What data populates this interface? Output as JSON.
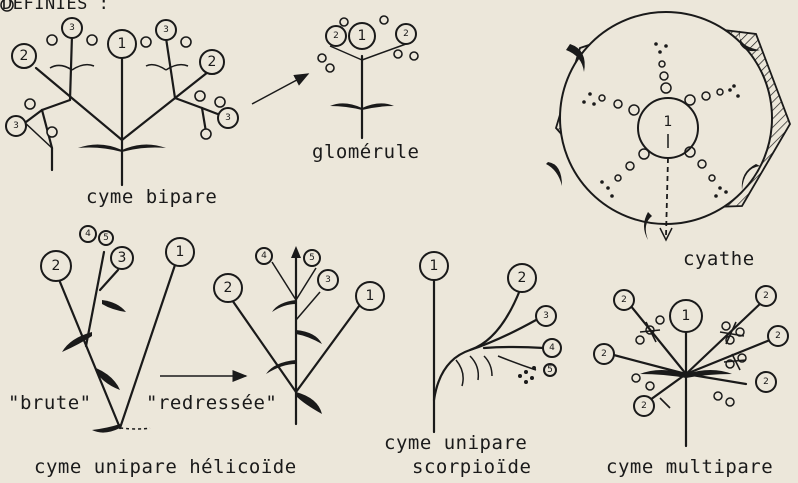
{
  "header": {
    "text": "DÉFINIES :"
  },
  "labels": {
    "cyme_bipare": "cyme bipare",
    "glomerule": "glomérule",
    "cyathe": "cyathe",
    "brute": "\"brute\"",
    "redressee": "\"redressée\"",
    "cyme_unipare_helicoide": "cyme unipare hélicoïde",
    "cyme_unipare": "cyme unipare",
    "scorpioide": "scorpioïde",
    "cyme_multipare": "cyme multipare"
  },
  "numbers": {
    "n1": "1",
    "n2": "2",
    "n3": "3",
    "n4": "4",
    "n5": "5"
  }
}
